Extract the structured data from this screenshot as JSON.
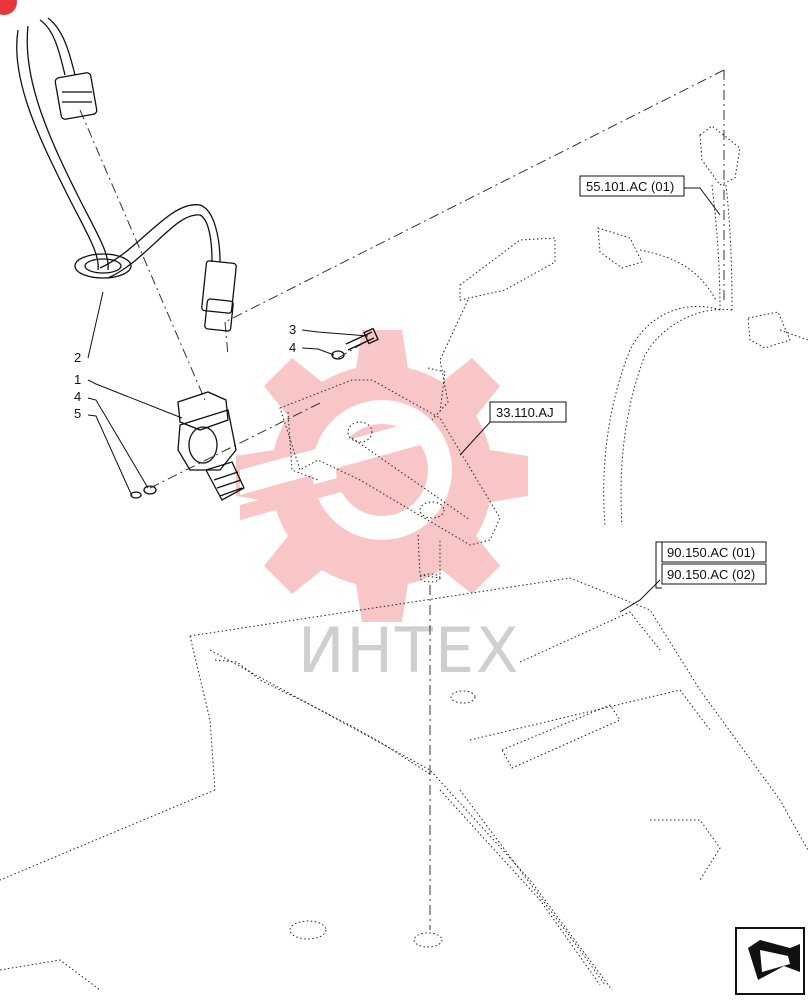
{
  "callouts": {
    "item_1": "1",
    "item_2": "2",
    "item_3": "3",
    "item_4_upper": "4",
    "item_4_lower": "4",
    "item_5": "5"
  },
  "references": {
    "harness": "55.101.AC (01)",
    "bracket": "33.110.AJ",
    "cab_top": "90.150.AC (01)",
    "cab_bottom": "90.150.AC (02)"
  },
  "watermark": {
    "text": "ИНТЕХ",
    "color": "#e8363a"
  },
  "nav_icon": "arrow-return-icon"
}
